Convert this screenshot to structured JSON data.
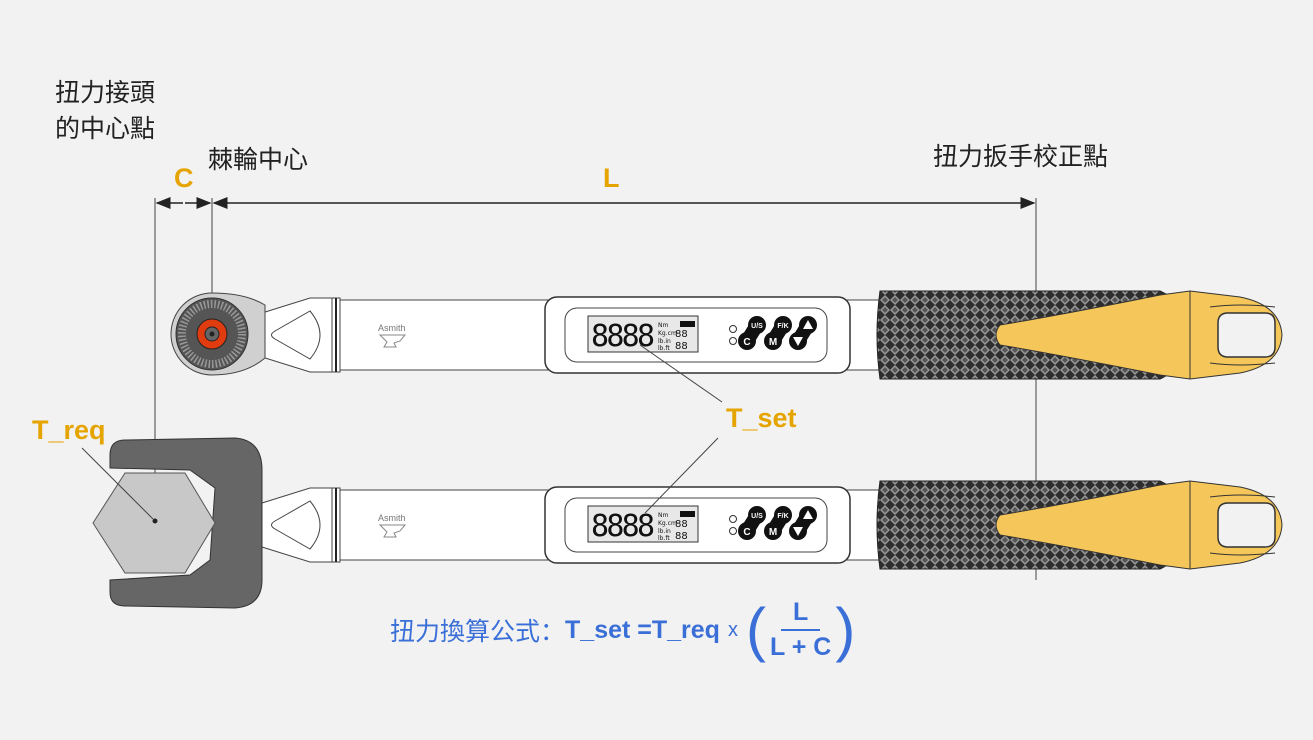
{
  "labels": {
    "joint_center_line1": "扭力接頭",
    "joint_center_line2": "的中心點",
    "ratchet_center": "棘輪中心",
    "calibration_point": "扭力扳手校正點",
    "dim_c": "C",
    "dim_l": "L",
    "t_req": "T_req",
    "t_set": "T_set"
  },
  "formula": {
    "prefix": "扭力換算公式：",
    "lhs": "T_set =T_req",
    "times": "x",
    "numerator": "L",
    "denominator": "L + C"
  },
  "wrench": {
    "brand": "Asmith",
    "display_digits": "8888",
    "buttons": [
      "U/S",
      "C",
      "F/K",
      "M",
      "▲",
      "▼"
    ]
  },
  "colors": {
    "accent_orange": "#e6a400",
    "formula_blue": "#3a6fd8",
    "ratchet_red": "#e03c10",
    "grip_yellow": "#f5c75a",
    "grip_dark": "#3a3a3a"
  }
}
